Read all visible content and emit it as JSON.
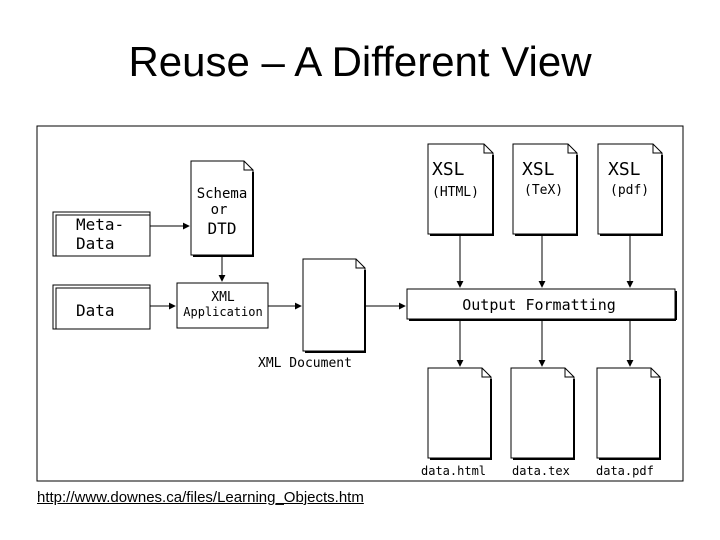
{
  "slide": {
    "title": "Reuse – A Different View",
    "link": "http://www.downes.ca/files/Learning_Objects.htm"
  },
  "diagram": {
    "meta_data": {
      "line1": "Meta-",
      "line2": "Data"
    },
    "data": "Data",
    "schema": {
      "line1": "Schema",
      "line2": "or",
      "line3": "DTD"
    },
    "xml_app": {
      "line1": "XML",
      "line2": "Application"
    },
    "xml_document": "XML Document",
    "xsl_sheets": [
      {
        "title": "XSL",
        "target": "(HTML)"
      },
      {
        "title": "XSL",
        "target": "(TeX)"
      },
      {
        "title": "XSL",
        "target": "(pdf)"
      }
    ],
    "output_formatting": "Output Formatting",
    "outputs": [
      "data.html",
      "data.tex",
      "data.pdf"
    ]
  }
}
